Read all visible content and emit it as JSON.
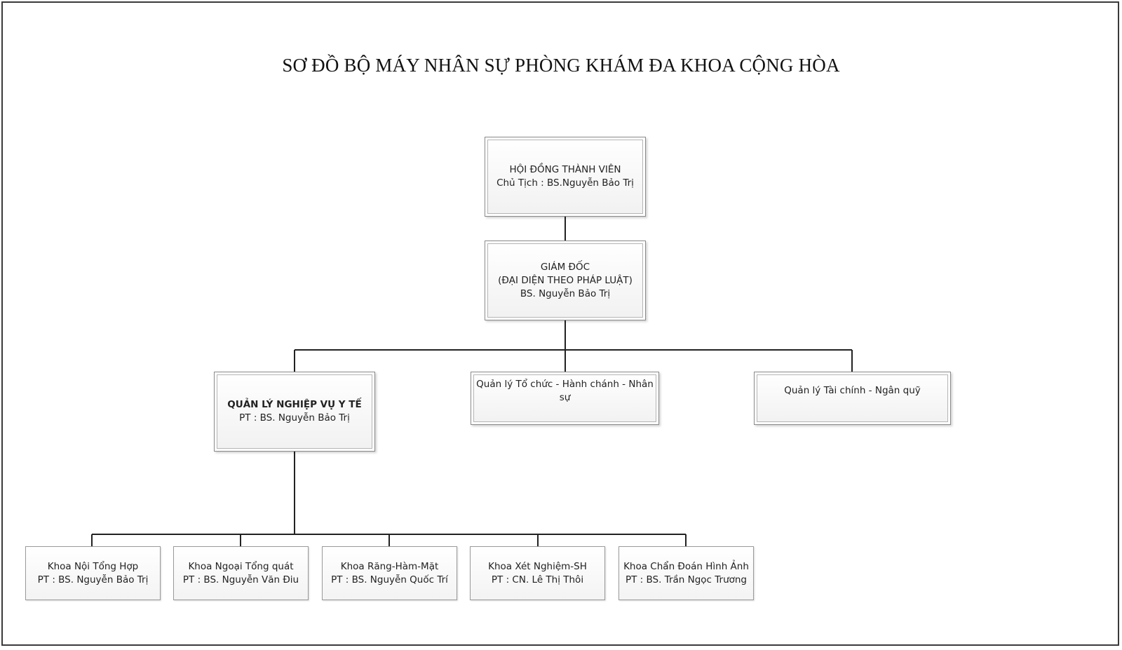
{
  "title": "SƠ ĐỒ BỘ MÁY NHÂN SỰ PHÒNG KHÁM ĐA KHOA CỘNG HÒA",
  "board": {
    "line1": "HỘI ĐỒNG THÀNH VIÊN",
    "line2": "Chủ Tịch : BS.Nguyễn Bảo Trị"
  },
  "director": {
    "line1": "GIÁM ĐỐC",
    "line2": "(ĐẠI DIỆN THEO PHÁP LUẬT)",
    "line3": "BS. Nguyễn Bảo Trị"
  },
  "managers": {
    "medical": {
      "line1": "QUẢN LÝ NGHIỆP VỤ Y TẾ",
      "line2": "PT : BS. Nguyễn Bảo Trị"
    },
    "admin": {
      "line1": "Quản lý Tổ chức - Hành chánh - Nhân",
      "line2": "sự"
    },
    "finance": {
      "line1": "Quản lý Tài chính - Ngân quỹ"
    }
  },
  "departments": [
    {
      "name": "Khoa Nội Tổng Hợp",
      "head": "PT : BS. Nguyễn Bảo Trị"
    },
    {
      "name": "Khoa Ngoại Tổng quát",
      "head": "PT : BS. Nguyễn Văn Điu"
    },
    {
      "name": "Khoa Răng-Hàm-Mặt",
      "head": "PT : BS. Nguyễn Quốc Trí"
    },
    {
      "name": "Khoa Xét Nghiệm-SH",
      "head": "PT : CN. Lê Thị Thôi"
    },
    {
      "name": "Khoa Chẩn Đoán Hình Ảnh",
      "head": "PT : BS. Trần Ngọc Trương"
    }
  ]
}
